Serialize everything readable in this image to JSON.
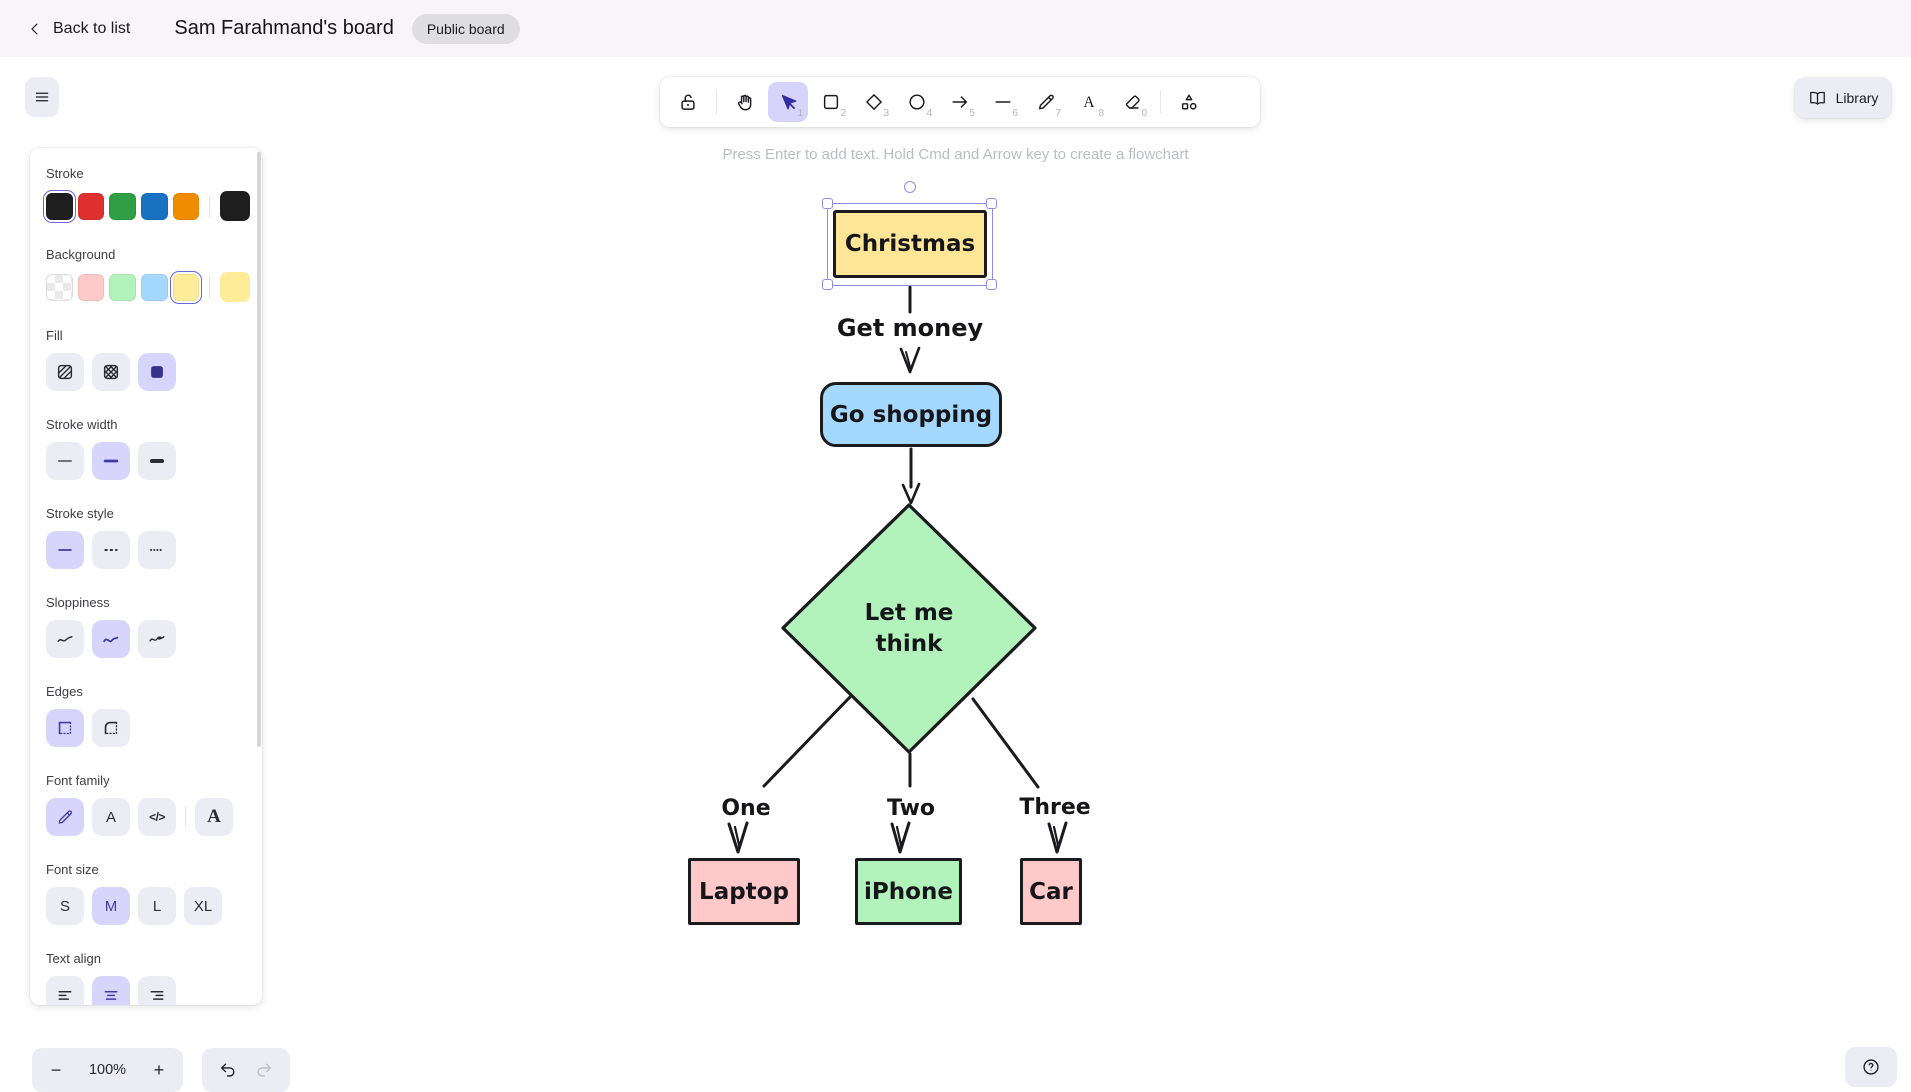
{
  "header": {
    "back_label": "Back to list",
    "title": "Sam Farahmand's board",
    "badge": "Public board"
  },
  "toolbar": {
    "items": [
      {
        "name": "lock",
        "shortcut": "",
        "selected": false
      },
      {
        "name": "hand",
        "shortcut": "",
        "selected": false
      },
      {
        "name": "selection",
        "shortcut": "1",
        "selected": true
      },
      {
        "name": "rectangle",
        "shortcut": "2",
        "selected": false
      },
      {
        "name": "diamond",
        "shortcut": "3",
        "selected": false
      },
      {
        "name": "ellipse",
        "shortcut": "4",
        "selected": false
      },
      {
        "name": "arrow",
        "shortcut": "5",
        "selected": false
      },
      {
        "name": "line",
        "shortcut": "6",
        "selected": false
      },
      {
        "name": "draw",
        "shortcut": "7",
        "selected": false
      },
      {
        "name": "text",
        "shortcut": "8",
        "selected": false
      },
      {
        "name": "eraser",
        "shortcut": "0",
        "selected": false
      },
      {
        "name": "more-shapes",
        "shortcut": "",
        "selected": false
      }
    ],
    "library_label": "Library"
  },
  "canvas": {
    "hint": "Press Enter to add text. Hold Cmd and Arrow key to create a flowchart",
    "diagram": {
      "nodes": [
        {
          "id": "christmas",
          "label": "Christmas",
          "shape": "rectangle",
          "fill": "#ffe697",
          "selected": true
        },
        {
          "id": "go-shopping",
          "label": "Go shopping",
          "shape": "rounded-rectangle",
          "fill": "#a5d8ff",
          "selected": false
        },
        {
          "id": "let-me-think",
          "label": "Let me think",
          "shape": "diamond",
          "fill": "#b2f2bb",
          "selected": false
        },
        {
          "id": "laptop",
          "label": "Laptop",
          "shape": "rectangle",
          "fill": "#ffc9c9",
          "selected": false
        },
        {
          "id": "iphone",
          "label": "iPhone",
          "shape": "rectangle",
          "fill": "#b2f2bb",
          "selected": false
        },
        {
          "id": "car",
          "label": "Car",
          "shape": "rectangle",
          "fill": "#ffc9c9",
          "selected": false
        }
      ],
      "edges": [
        {
          "from": "christmas",
          "to": "go-shopping",
          "label": "Get money"
        },
        {
          "from": "go-shopping",
          "to": "let-me-think",
          "label": ""
        },
        {
          "from": "let-me-think",
          "to": "laptop",
          "label": "One"
        },
        {
          "from": "let-me-think",
          "to": "iphone",
          "label": "Two"
        },
        {
          "from": "let-me-think",
          "to": "car",
          "label": "Three"
        }
      ]
    }
  },
  "panel": {
    "stroke": {
      "label": "Stroke",
      "colors": [
        "#1e1e1e",
        "#e03131",
        "#2f9e44",
        "#1971c2",
        "#f08c00"
      ],
      "selected_index": 0,
      "current": "#1e1e1e"
    },
    "background": {
      "label": "Background",
      "colors": [
        "transparent",
        "#ffc9c9",
        "#b2f2bb",
        "#a5d8ff",
        "#ffec99"
      ],
      "selected_index": 4,
      "current": "#ffec99"
    },
    "fill": {
      "label": "Fill",
      "options": [
        "hachure",
        "cross-hatch",
        "solid"
      ],
      "selected": "solid"
    },
    "stroke_width": {
      "label": "Stroke width",
      "options": [
        "thin",
        "bold",
        "extra-bold"
      ],
      "selected": "bold"
    },
    "stroke_style": {
      "label": "Stroke style",
      "options": [
        "solid",
        "dashed",
        "dotted"
      ],
      "selected": "solid"
    },
    "sloppiness": {
      "label": "Sloppiness",
      "options": [
        "architect",
        "artist",
        "cartoonist"
      ],
      "selected": "artist"
    },
    "edges": {
      "label": "Edges",
      "options": [
        "sharp",
        "round"
      ],
      "selected": "sharp"
    },
    "font_family": {
      "label": "Font family",
      "options": [
        "hand-drawn",
        "normal",
        "code",
        "other"
      ],
      "selected": "hand-drawn",
      "code_glyph": "</>",
      "letter_glyph": "A"
    },
    "font_size": {
      "label": "Font size",
      "options": [
        "S",
        "M",
        "L",
        "XL"
      ],
      "selected": "M"
    },
    "text_align": {
      "label": "Text align",
      "options": [
        "left",
        "center",
        "right"
      ],
      "selected": "center"
    }
  },
  "footer": {
    "zoom_out": "−",
    "zoom_level": "100%",
    "zoom_in": "+"
  },
  "colors": {
    "accent": "#6965db",
    "selected_control_bg": "#d6d4fb",
    "control_bg": "#ececf4",
    "header_bg": "#f9f3fa",
    "canvas_bg": "#ffffff",
    "ink": "#1b1b1f",
    "hint_text": "#b9bdc4"
  }
}
